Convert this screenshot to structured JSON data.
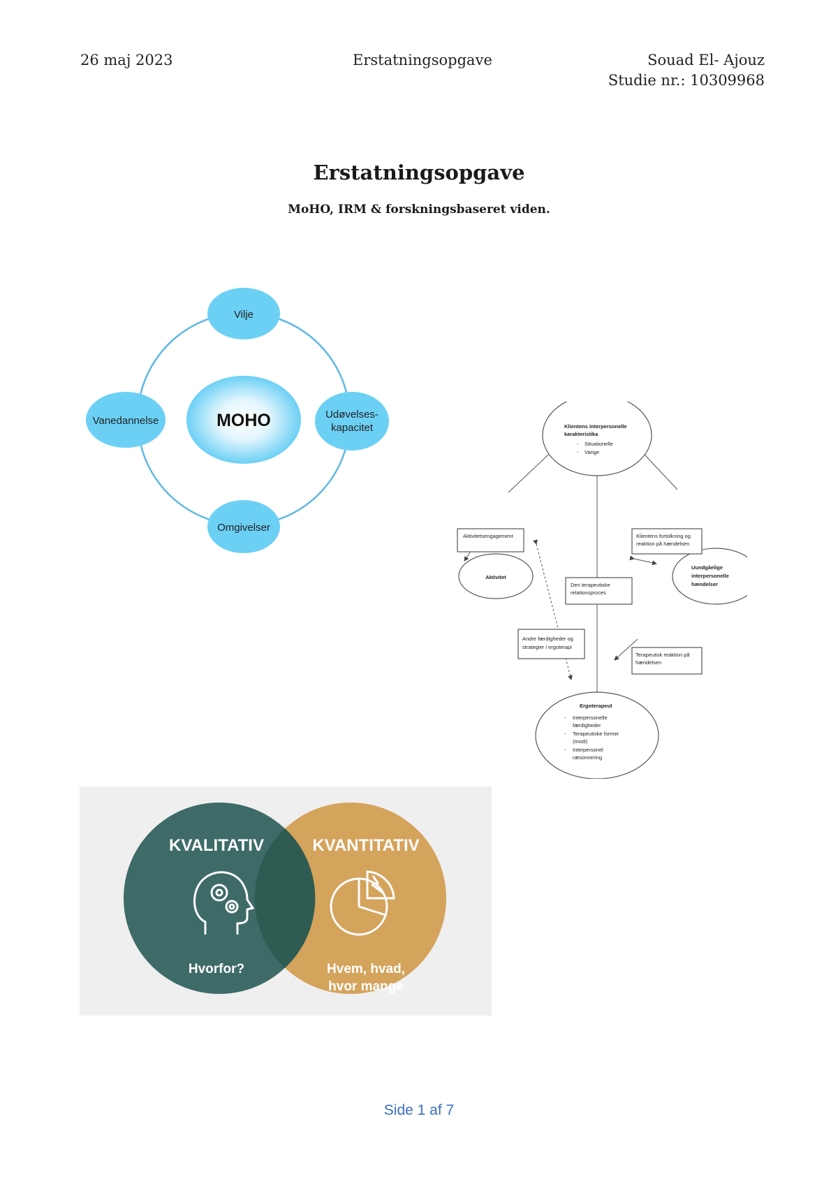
{
  "header": {
    "date": "26 maj 2023",
    "doc_name": "Erstatningsopgave",
    "author": "Souad El- Ajouz",
    "student_no": "Studie nr.: 10309968"
  },
  "title": "Erstatningsopgave",
  "subtitle": "MoHO, IRM & forskningsbaseret viden.",
  "moho": {
    "center": "MOHO",
    "top": "Vilje",
    "left": "Vanedannelse",
    "right_line1": "Udøvelses-",
    "right_line2": "kapacitet",
    "bottom": "Omgivelser",
    "color_light": "#6cd0f5",
    "color_ring": "#5fb8e6"
  },
  "irm": {
    "top_node": {
      "title_line1": "Klientens interpersonelle",
      "title_line2": "karakteristika",
      "items": [
        "Situationelle",
        "Varige"
      ]
    },
    "box_activity_engagement": "Aktivitetsengagement",
    "box_client_interp_line1": "Klientens fortolkning og",
    "box_client_interp_line2": "reaktion på hændelsen",
    "box_process_line1": "Den terapeutiske",
    "box_process_line2": "relationsproces",
    "node_activity": "Aktivitet",
    "node_events_line1": "Uundgåelige",
    "node_events_line2": "interpersonelle",
    "node_events_line3": "hændelser",
    "box_skills_line1": "Andre færdigheder og",
    "box_skills_line2": "strategier i ergoterapi",
    "box_reaction_line1": "Terapeutisk reaktion på",
    "box_reaction_line2": "hændelsen",
    "bottom_node": {
      "title": "Ergoterapeut",
      "items": [
        "Interpersonelle",
        "færdigheder",
        "Terapeutiske former",
        "(modi)",
        "Interpersonel",
        "ræsonnering"
      ]
    }
  },
  "venn": {
    "left_label": "KVALITATIV",
    "left_caption": "Hvorfor?",
    "right_label": "KVANTITATIV",
    "right_caption_line1": "Hvem, hvad,",
    "right_caption_line2": "hvor mange",
    "left_color": "#2f5f5b",
    "right_color": "#d4a35c",
    "overlap_color": "#2e5c52",
    "background": "#efefef"
  },
  "footer": "Side 1 af 7"
}
